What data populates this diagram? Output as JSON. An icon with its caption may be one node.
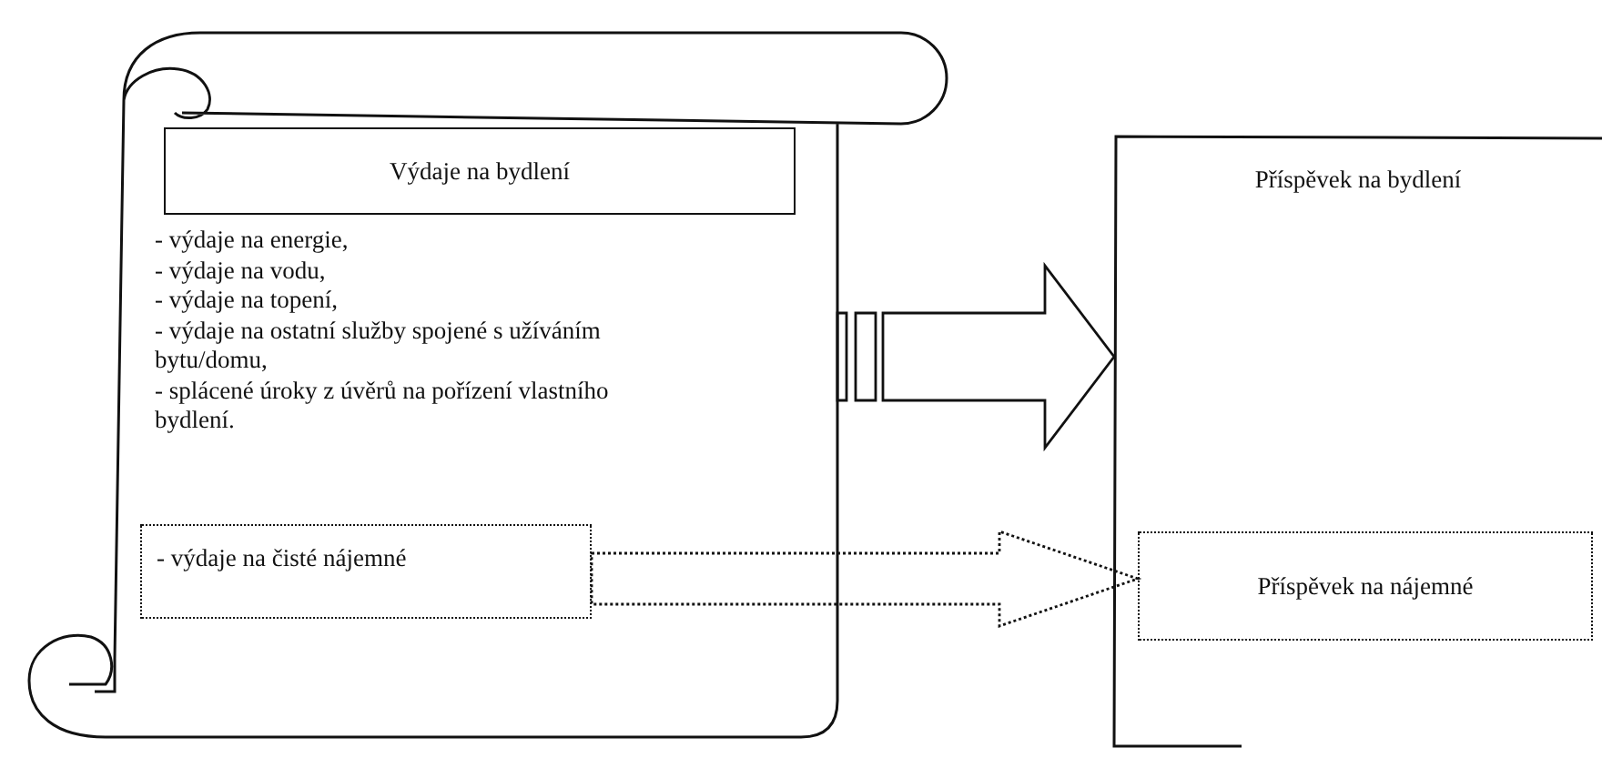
{
  "diagram": {
    "nodes": [
      {
        "text": [
          "- výdaje na energie,",
          "- výdaje na vodu,",
          "- výdaje na topení,",
          "- výdaje na ostatní služby spojené s užíváním bytu/domu,",
          "- splácené úroky z úvěrů na pořízení vlastního bydlení."
        ]
      },
      {
        "text": [
          "Výdaje na bydlení"
        ],
        "in": 0
      },
      {
        "text": [
          "- výdaje na čisté nájemné"
        ],
        "in": 0
      },
      {
        "text": [
          "Příspěvek na bydlení"
        ]
      },
      {
        "text": [
          "Příspěvek na nájemné"
        ],
        "in": 3
      }
    ],
    "edges": [
      {
        "from": 0,
        "to": 3,
        "arrow": "to"
      },
      {
        "from": 2,
        "to": 4,
        "arrow": "to",
        "style": "dashed"
      }
    ]
  }
}
